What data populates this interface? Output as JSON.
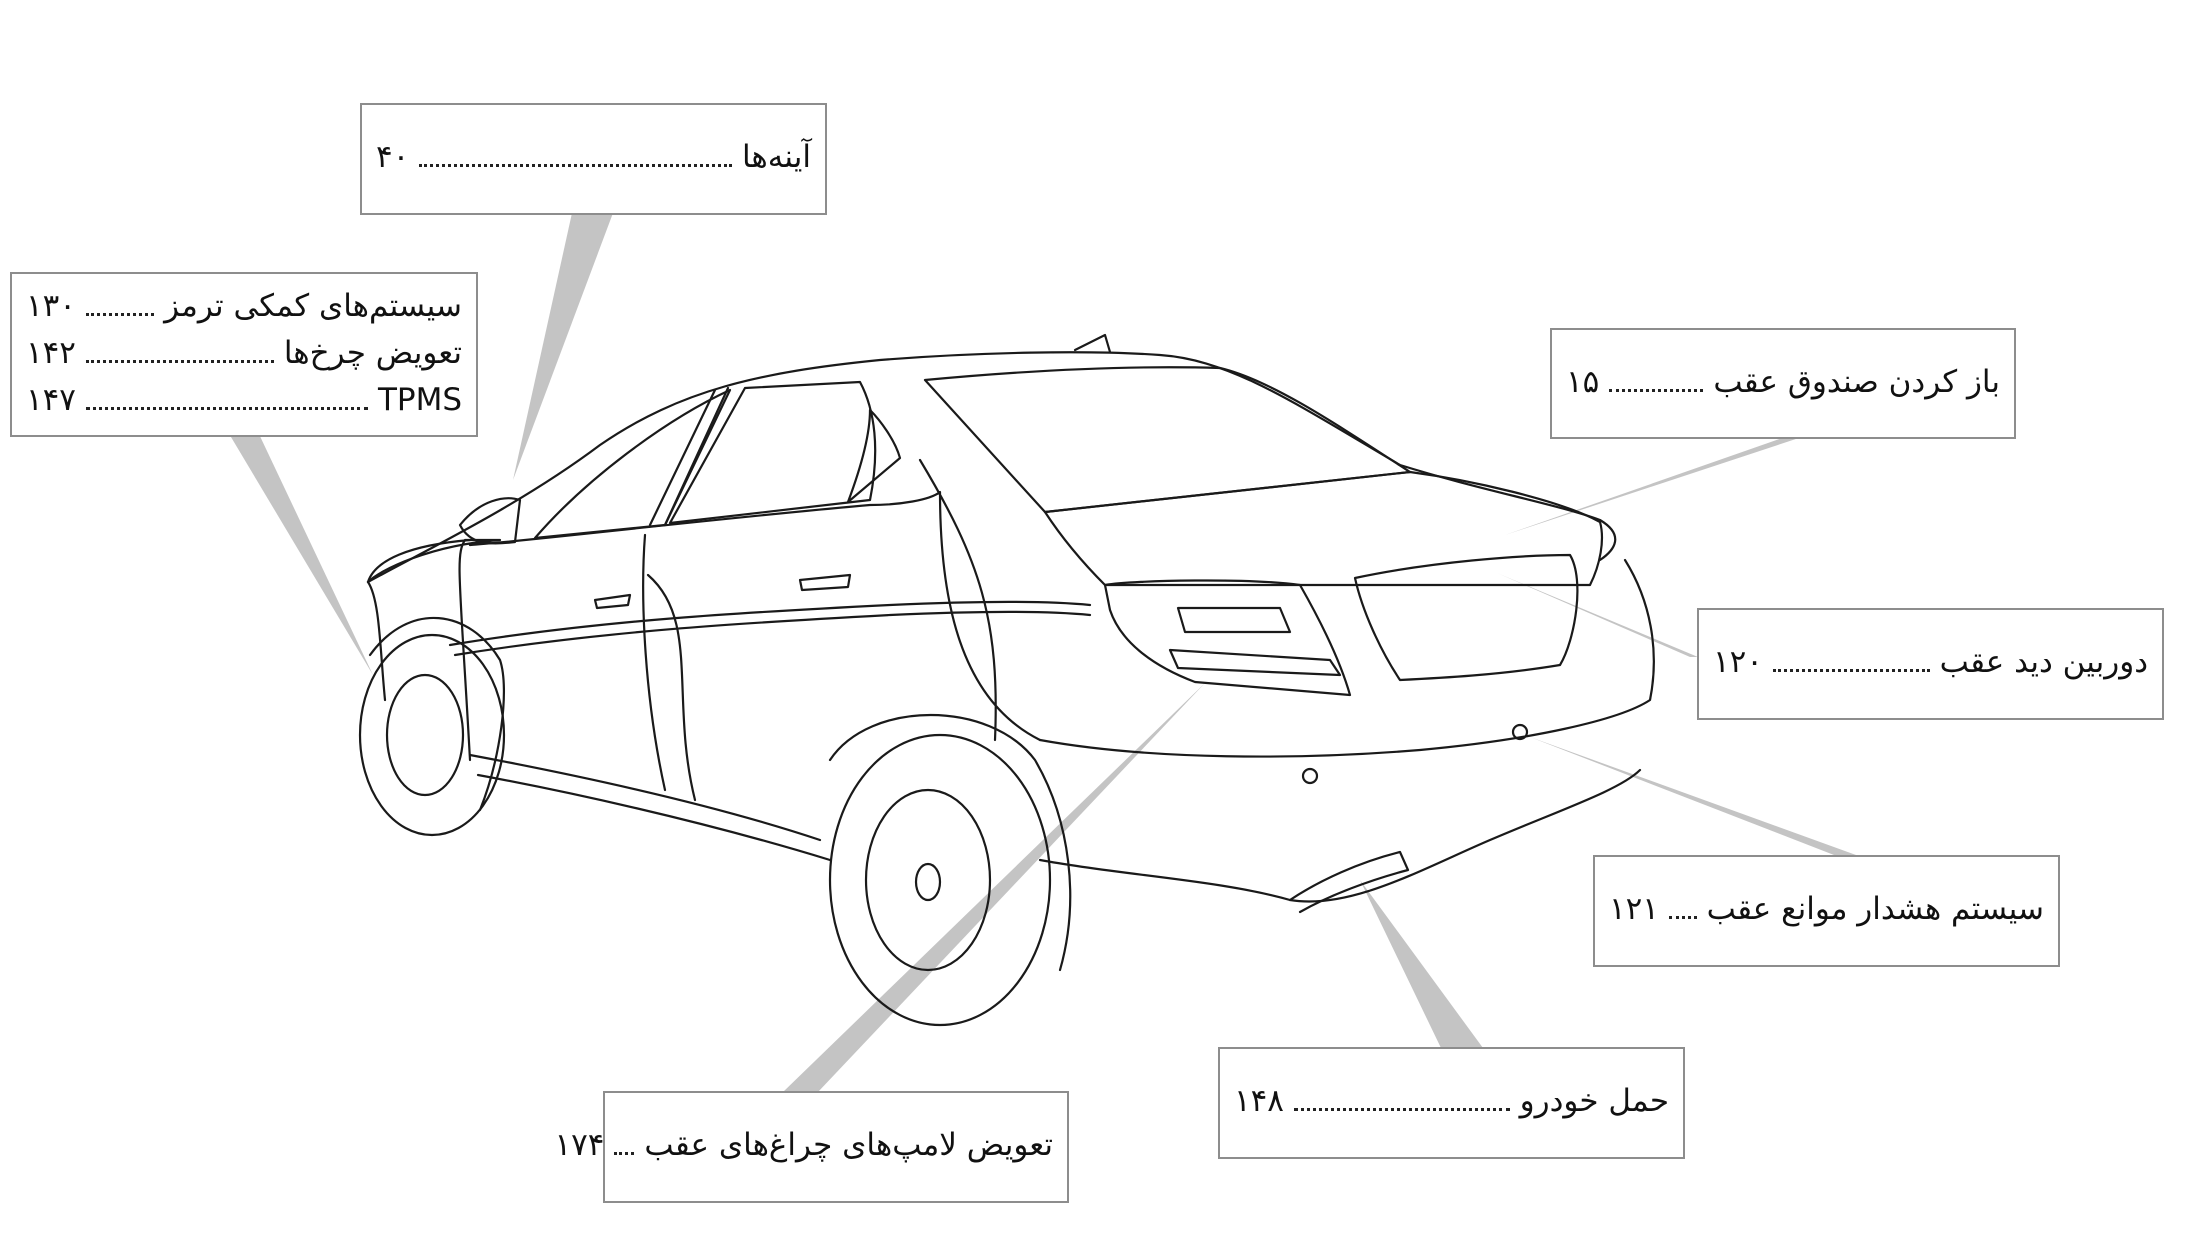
{
  "callouts": {
    "mirrors": [
      {
        "label": "آینه‌ها",
        "page": "۴۰"
      }
    ],
    "wheels": [
      {
        "label": "سیستم‌های کمکی ترمز",
        "page": "۱۳۰"
      },
      {
        "label": "تعویض چرخ‌ها",
        "page": "۱۴۲"
      },
      {
        "label": "TPMS",
        "page": "۱۴۷"
      }
    ],
    "trunk": [
      {
        "label": "باز کردن صندوق عقب",
        "page": "۱۵"
      }
    ],
    "camera": [
      {
        "label": "دوربین دید عقب",
        "page": "۱۲۰"
      }
    ],
    "parking_sensor": [
      {
        "label": "سیستم هشدار موانع عقب",
        "page": "۱۲۱"
      }
    ],
    "towing": [
      {
        "label": "حمل خودرو",
        "page": "۱۴۸"
      }
    ],
    "lamps": [
      {
        "label": "تعویض لامپ‌های چراغ‌های عقب",
        "page": "۱۷۴"
      }
    ]
  }
}
